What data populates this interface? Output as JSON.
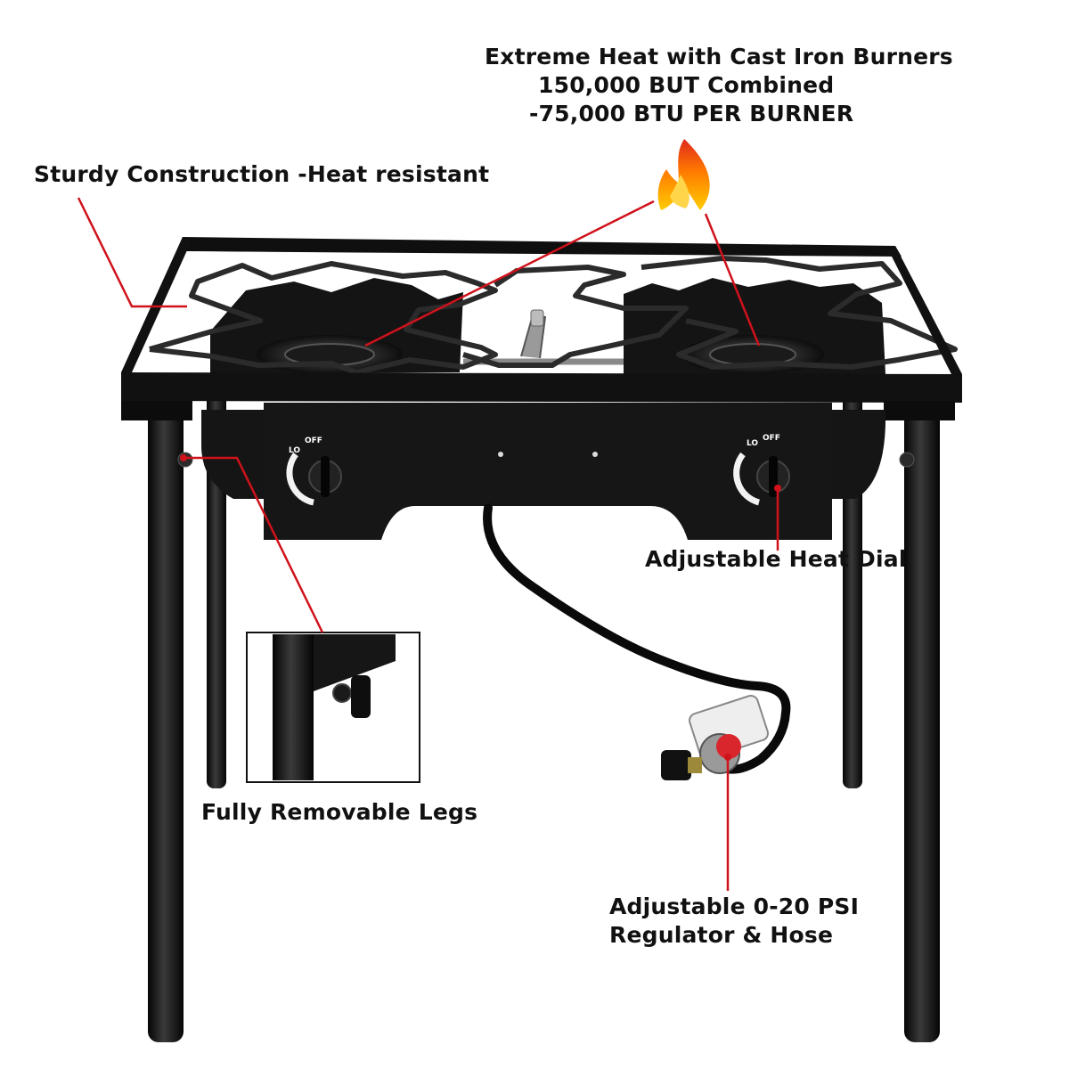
{
  "accent_color": "#d0121b",
  "callouts": {
    "heat": {
      "line1": "Extreme Heat with Cast Iron Burners",
      "line2": "150,000 BUT Combined",
      "line3": "-75,000 BTU PER BURNER"
    },
    "construction": "Sturdy Construction -Heat resistant",
    "dial": "Adjustable Heat Dial",
    "legs": "Fully Removable Legs",
    "regulator": {
      "line1": "Adjustable 0-20 PSI",
      "line2": "Regulator & Hose"
    }
  },
  "knob_labels": {
    "left_lo": "LO",
    "left_off": "OFF",
    "right_lo": "LO",
    "right_off": "OFF"
  },
  "icons": [
    "flame-icon"
  ]
}
